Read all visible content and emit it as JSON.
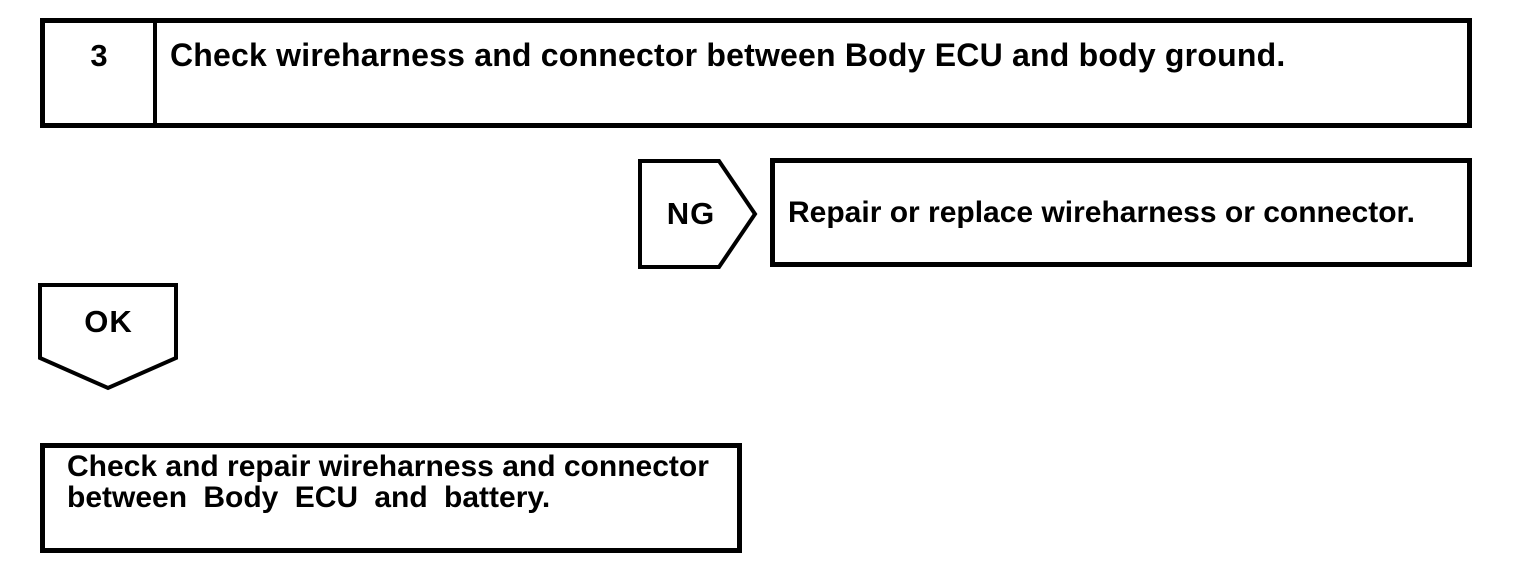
{
  "page": {
    "paper_color": "#ffffff",
    "ink_color": "#000000"
  },
  "flowchart": {
    "step": {
      "number": "3",
      "instruction": "Check wireharness and connector between Body ECU and body ground."
    },
    "ng_branch": {
      "label": "NG",
      "action": "Repair or replace wireharness or connector."
    },
    "ok_branch": {
      "label": "OK",
      "action_line1": "Check and repair wireharness and connector",
      "action_line2": "between Body ECU and battery."
    }
  }
}
